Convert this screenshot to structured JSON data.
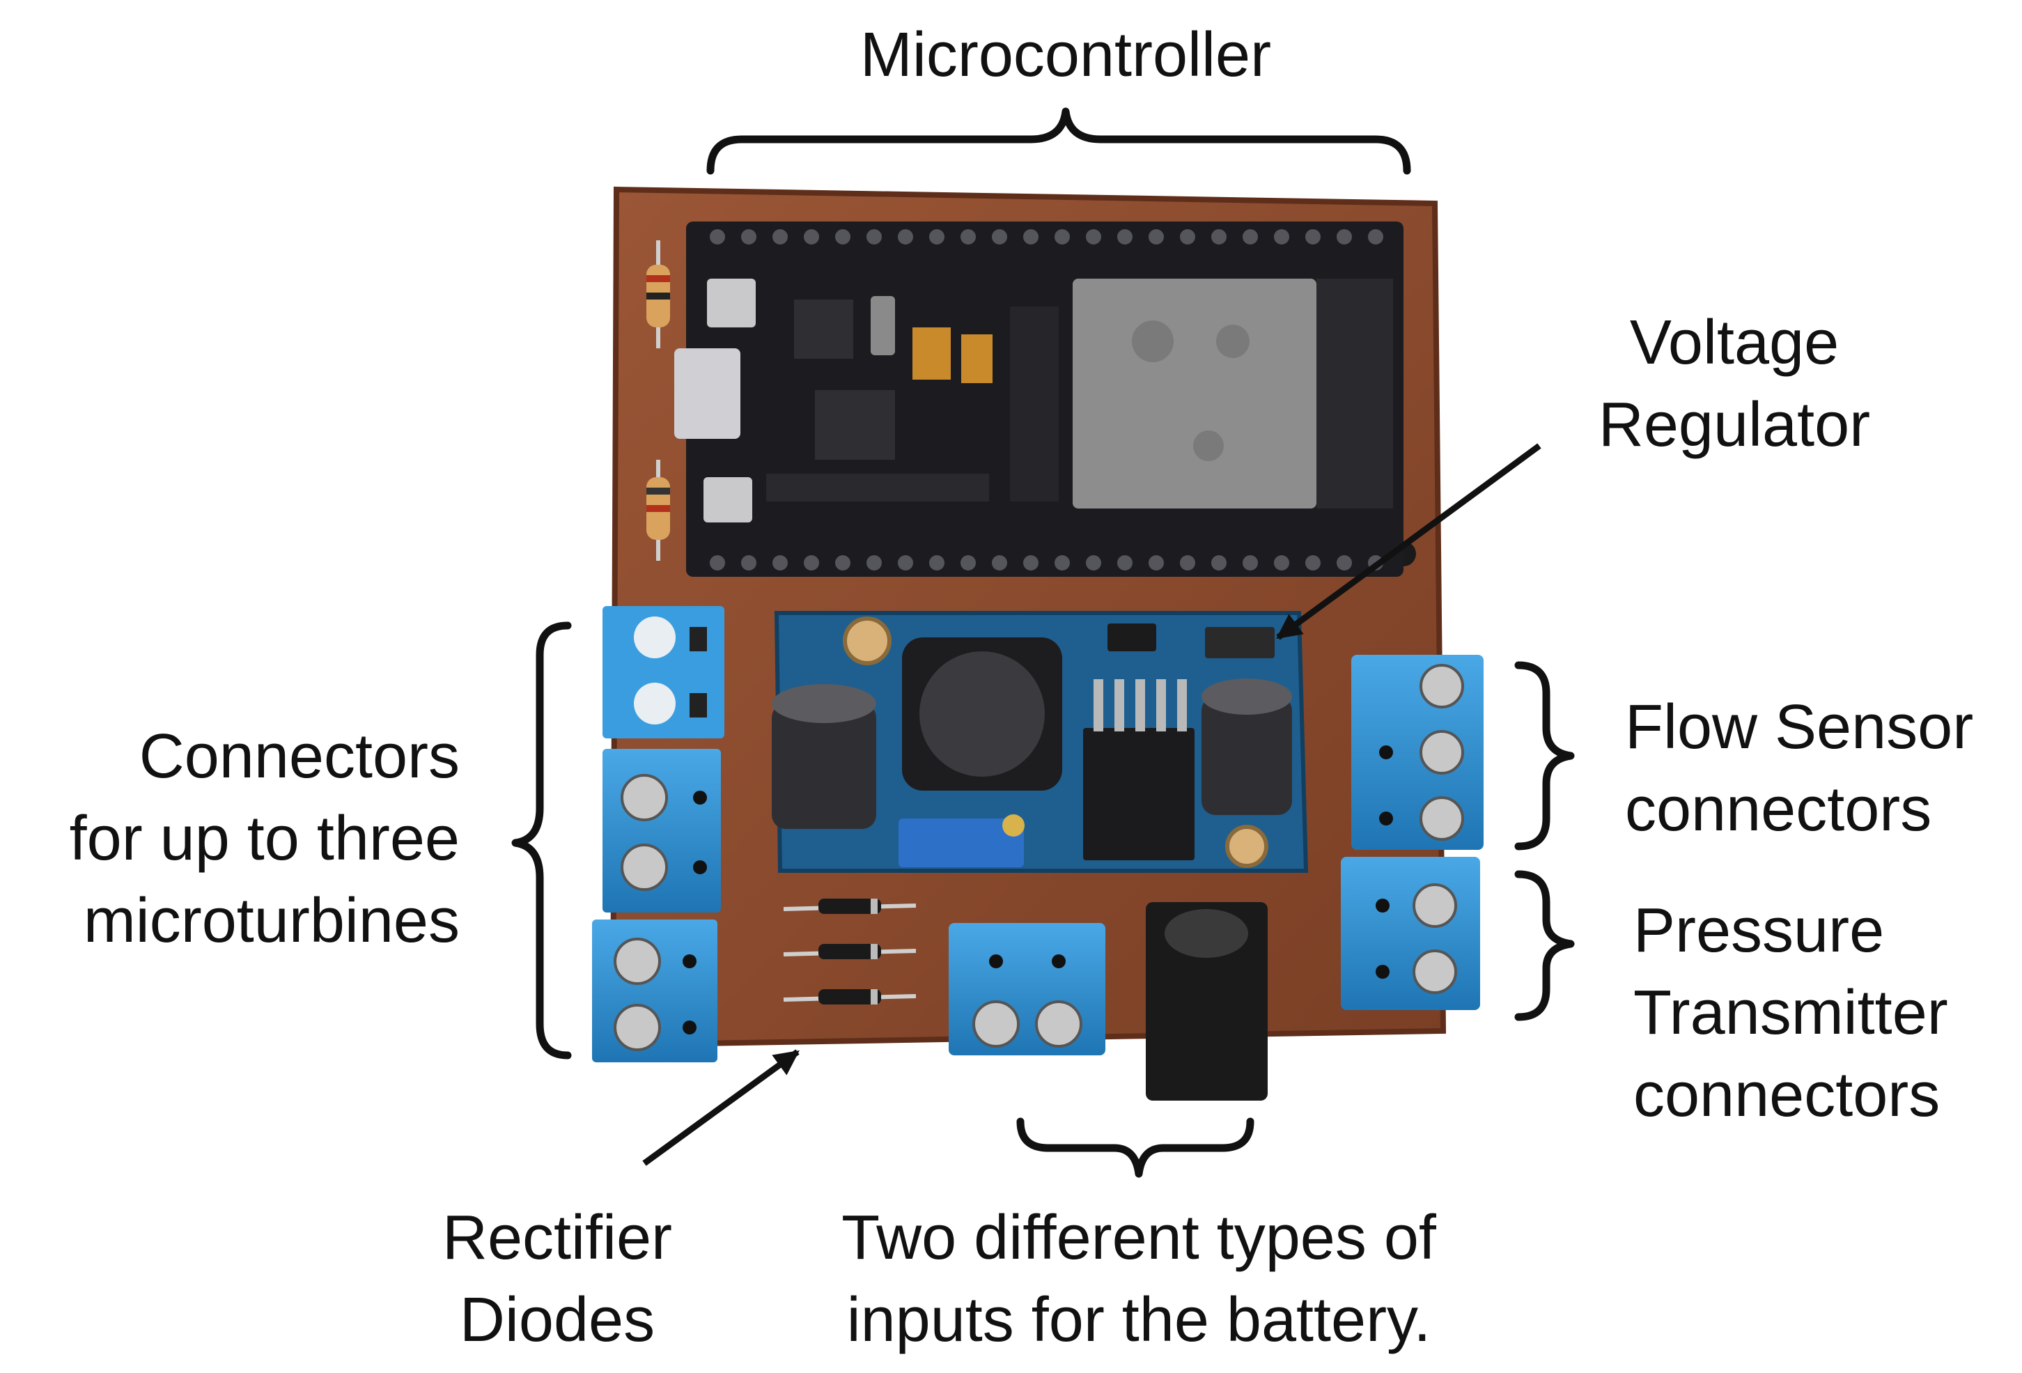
{
  "labels": {
    "microcontroller": [
      "Microcontroller"
    ],
    "voltage_regulator": [
      "Voltage",
      "Regulator"
    ],
    "connectors_turbines": [
      "Connectors",
      "for up to three",
      "microturbines"
    ],
    "flow_sensor": [
      "Flow Sensor",
      "connectors"
    ],
    "pressure_transmitter": [
      "Pressure",
      "Transmitter",
      "connectors"
    ],
    "rectifier_diodes": [
      "Rectifier",
      "Diodes"
    ],
    "battery_inputs": [
      "Two different types of",
      "inputs for the battery."
    ]
  },
  "colors": {
    "pcb_board": "#8a4a2c",
    "pcb_border": "#6a3420",
    "mcu_board": "#1c1c20",
    "wifi_module": "#8d8d8d",
    "regulator_board": "#1f5f8f",
    "terminal_block": "#2e8fd0",
    "capacitor": "#2f2f33",
    "annotation": "#111111"
  },
  "icons": [
    "terminal-block-icon",
    "capacitor-icon",
    "inductor-icon",
    "diode-icon",
    "usb-port-icon",
    "dc-jack-icon"
  ]
}
